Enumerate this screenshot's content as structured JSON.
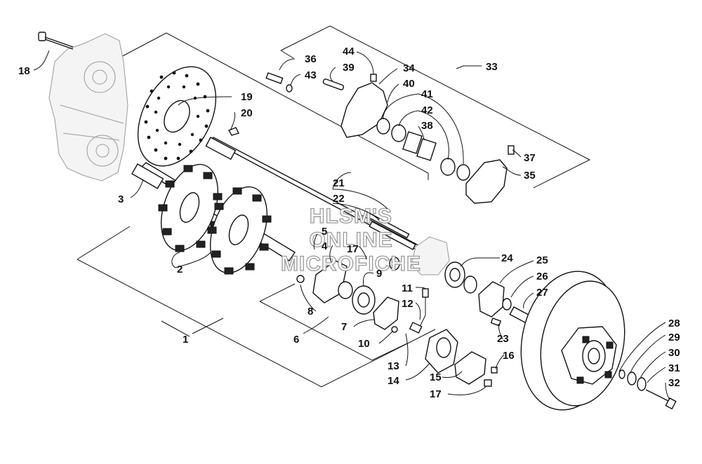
{
  "watermark": {
    "lines": [
      "HLSM'S",
      "ONLINE",
      "MICROFICHE"
    ],
    "color": "#9a9a9a"
  },
  "callouts": [
    {
      "id": "18",
      "text": "18"
    },
    {
      "id": "19",
      "text": "19"
    },
    {
      "id": "20",
      "text": "20"
    },
    {
      "id": "3",
      "text": "3"
    },
    {
      "id": "2",
      "text": "2"
    },
    {
      "id": "1",
      "text": "1"
    },
    {
      "id": "36",
      "text": "36"
    },
    {
      "id": "43",
      "text": "43"
    },
    {
      "id": "44",
      "text": "44"
    },
    {
      "id": "39",
      "text": "39"
    },
    {
      "id": "34",
      "text": "34"
    },
    {
      "id": "40",
      "text": "40"
    },
    {
      "id": "33",
      "text": "33"
    },
    {
      "id": "41",
      "text": "41"
    },
    {
      "id": "42",
      "text": "42"
    },
    {
      "id": "38",
      "text": "38"
    },
    {
      "id": "37",
      "text": "37"
    },
    {
      "id": "35",
      "text": "35"
    },
    {
      "id": "21",
      "text": "21"
    },
    {
      "id": "22",
      "text": "22"
    },
    {
      "id": "5",
      "text": "5"
    },
    {
      "id": "4",
      "text": "4"
    },
    {
      "id": "17a",
      "text": "17"
    },
    {
      "id": "9",
      "text": "9"
    },
    {
      "id": "24",
      "text": "24"
    },
    {
      "id": "25",
      "text": "25"
    },
    {
      "id": "26",
      "text": "26"
    },
    {
      "id": "27",
      "text": "27"
    },
    {
      "id": "8",
      "text": "8"
    },
    {
      "id": "11",
      "text": "11"
    },
    {
      "id": "12",
      "text": "12"
    },
    {
      "id": "7",
      "text": "7"
    },
    {
      "id": "6",
      "text": "6"
    },
    {
      "id": "10",
      "text": "10"
    },
    {
      "id": "23",
      "text": "23"
    },
    {
      "id": "28",
      "text": "28"
    },
    {
      "id": "29",
      "text": "29"
    },
    {
      "id": "30",
      "text": "30"
    },
    {
      "id": "31",
      "text": "31"
    },
    {
      "id": "32",
      "text": "32"
    },
    {
      "id": "16",
      "text": "16"
    },
    {
      "id": "13",
      "text": "13"
    },
    {
      "id": "14",
      "text": "14"
    },
    {
      "id": "15",
      "text": "15"
    },
    {
      "id": "17b",
      "text": "17"
    }
  ]
}
